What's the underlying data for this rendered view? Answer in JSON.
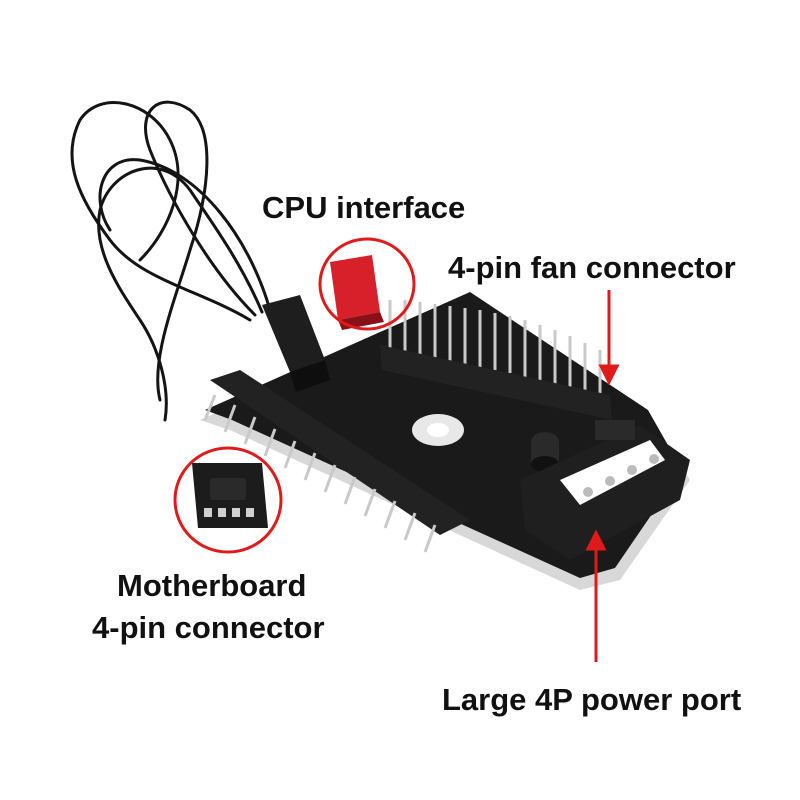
{
  "annotations": {
    "cpu_interface": "CPU interface",
    "fan_connector": "4-pin fan connector",
    "motherboard_line1": "Motherboard",
    "motherboard_line2": "4-pin connector",
    "power_port": "Large 4P power port"
  },
  "colors": {
    "background": "#ffffff",
    "board": "#1a1a1a",
    "board_edge": "#d8d8d8",
    "header_plastic": "#222222",
    "pin_metal": "#c9c9c9",
    "cpu_header": "#d8202a",
    "callout_red": "#e01a1a",
    "label_text": "#111111"
  }
}
